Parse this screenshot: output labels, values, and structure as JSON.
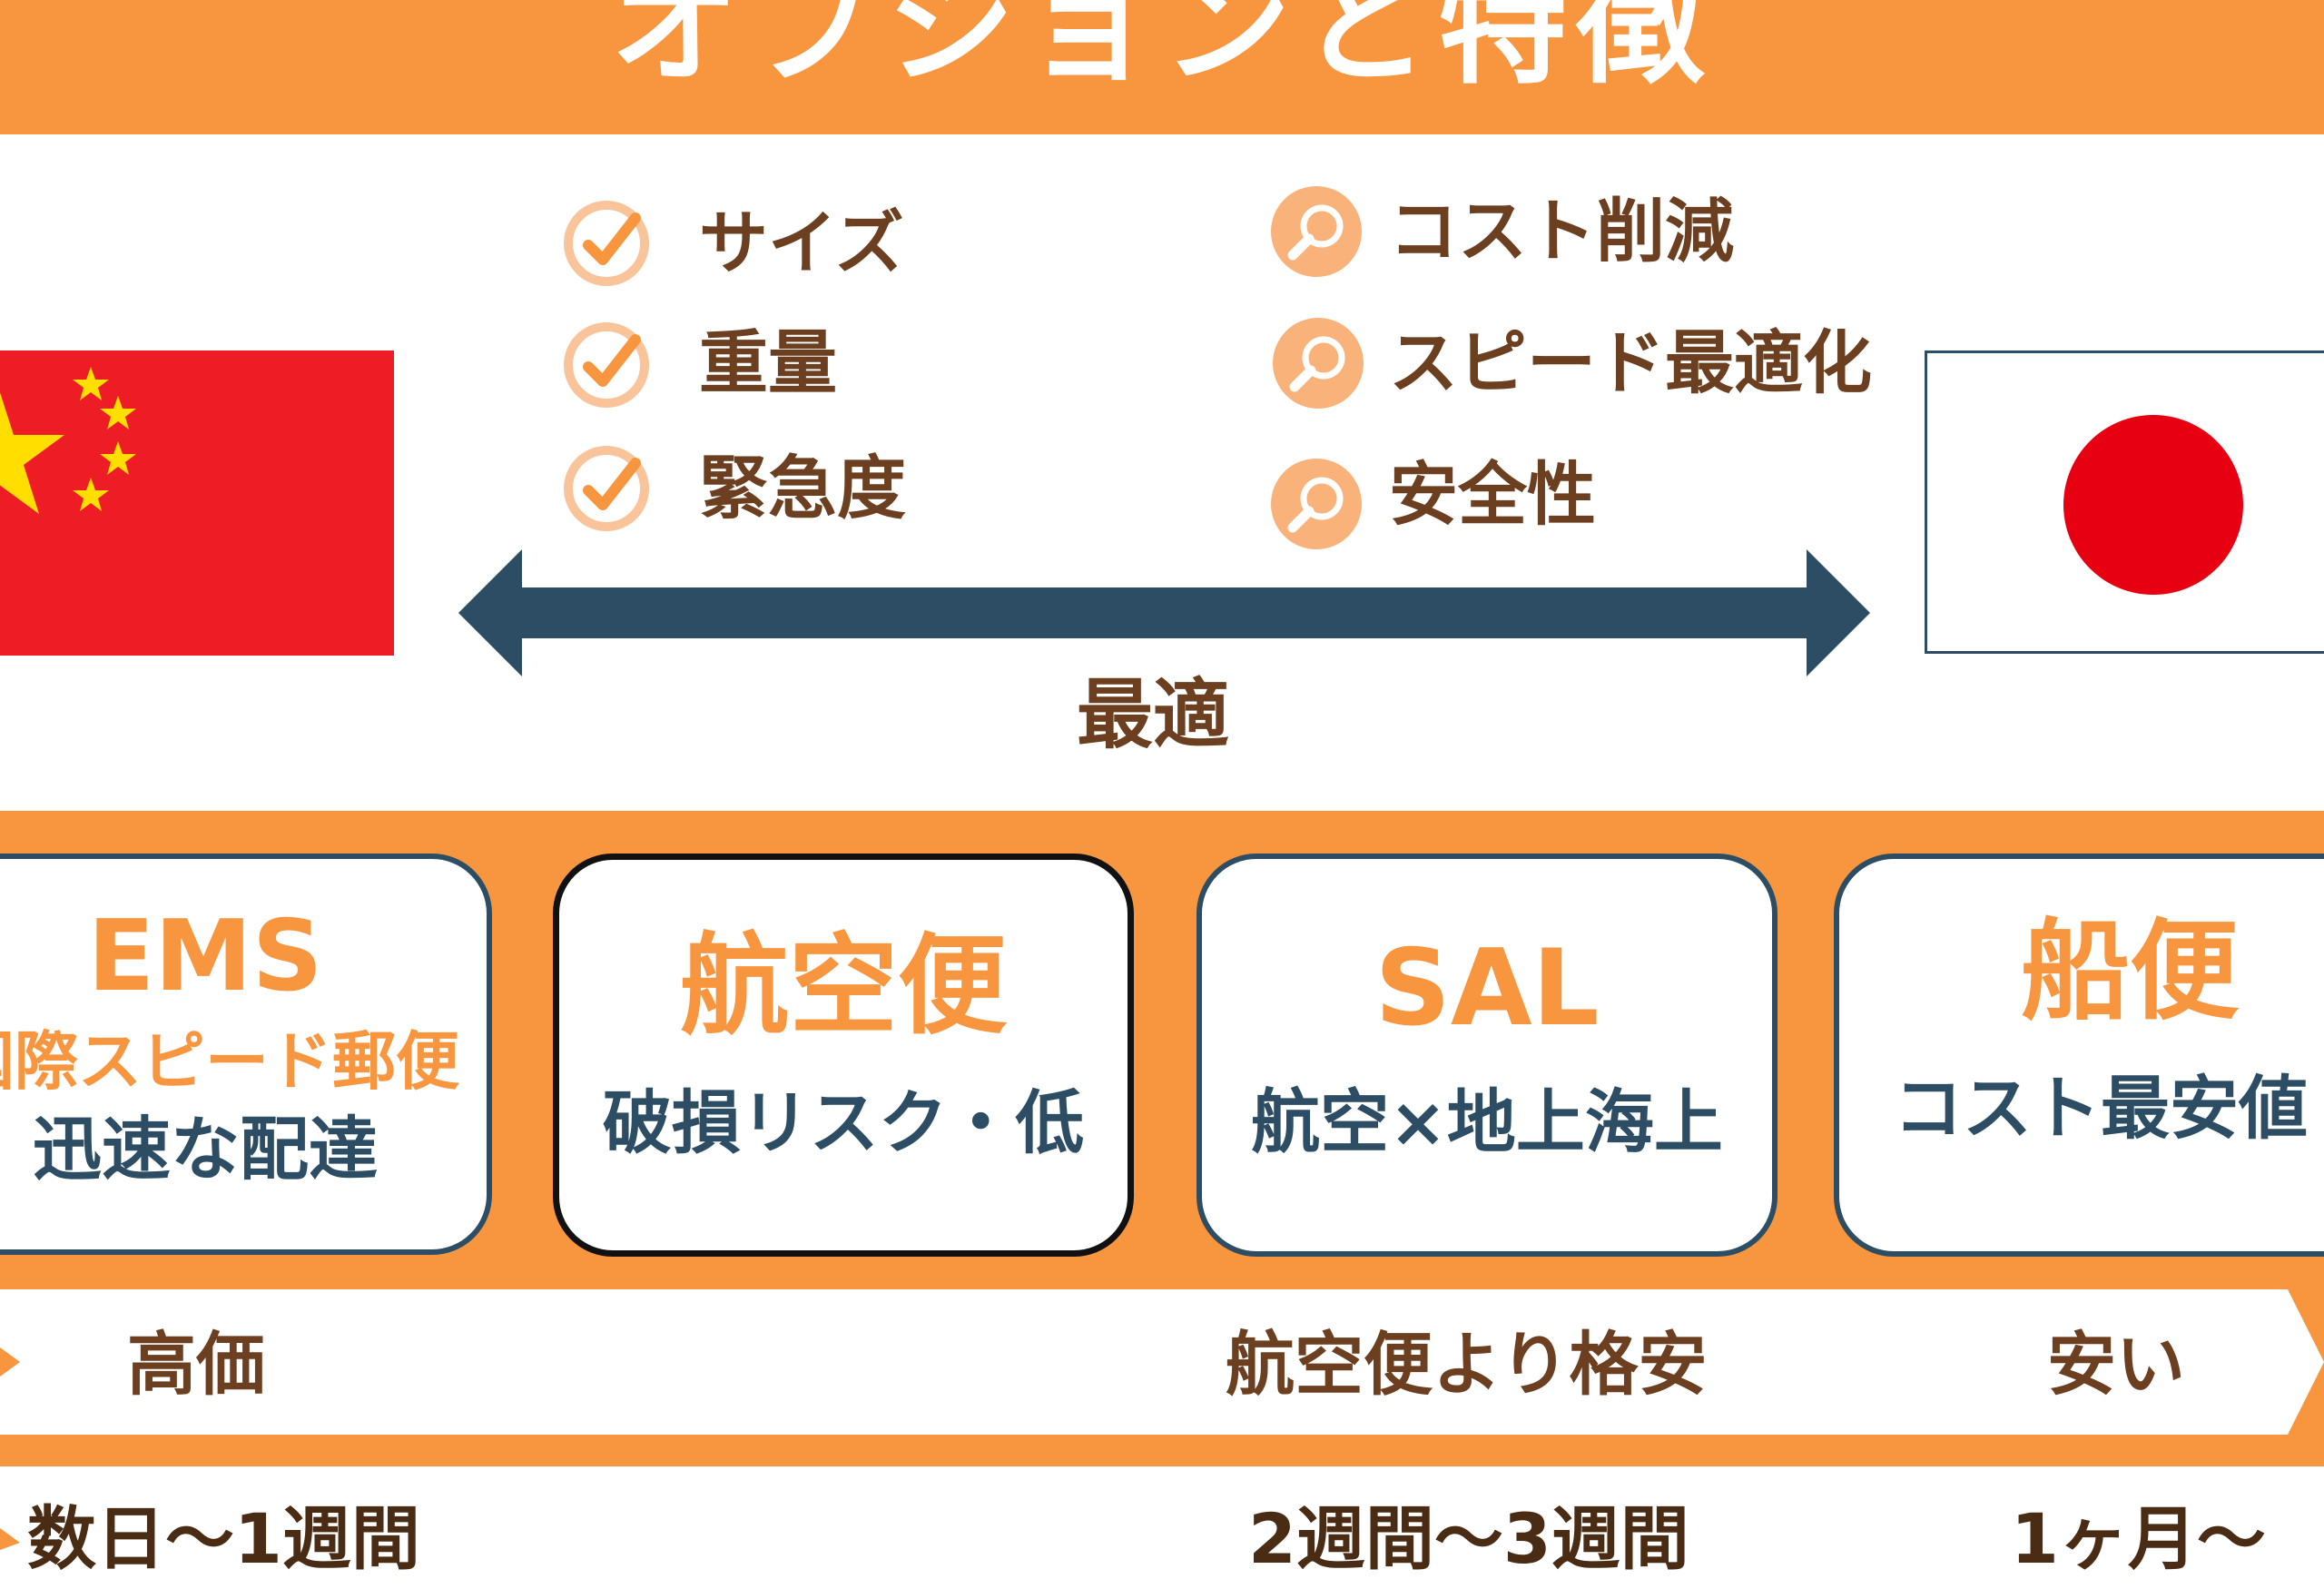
{
  "title": "オプションと特徴",
  "features_left": [
    {
      "icon": "check-icon",
      "label": "サイズ"
    },
    {
      "icon": "check-icon",
      "label": "重量"
    },
    {
      "icon": "check-icon",
      "label": "緊急度"
    }
  ],
  "features_right": [
    {
      "icon": "magnifier-icon",
      "label": "コスト削減"
    },
    {
      "icon": "magnifier-icon",
      "label": "スピード最適化"
    },
    {
      "icon": "magnifier-icon",
      "label": "安全性"
    }
  ],
  "arrow_label": "最適",
  "options": [
    {
      "name": "EMS",
      "subtitle": "国際スピード郵便",
      "feature": "迅速な配達"
    },
    {
      "name": "航空便",
      "feature": "破損リスク・低"
    },
    {
      "name": "SAL",
      "feature": "航空×地上海上"
    },
    {
      "name": "船便",
      "feature": "コスト最安値"
    }
  ],
  "price_row": {
    "ems": "高価",
    "sal": "航空便より格安",
    "ship": "安い"
  },
  "duration_row": {
    "ems": "数日〜1週間",
    "sal": "2週間〜3週間",
    "ship": "1ヶ月〜"
  },
  "colors": {
    "orange": "#f7963e",
    "navy": "#2c4d63",
    "brown": "#6b3f1f",
    "china_red": "#ee1c25",
    "japan_red": "#e60012"
  }
}
